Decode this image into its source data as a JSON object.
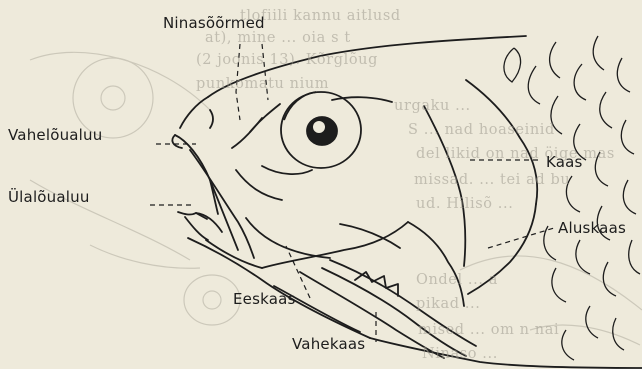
{
  "labels": {
    "ninasoormed": "Ninasõõrmed",
    "vaheloualuu": "Vahelõualuu",
    "ulaloualuu": "Ülalõualuu",
    "kaas": "Kaas",
    "aluskaas": "Aluskaas",
    "eeskaas": "Eeskaas",
    "vahekaas": "Vahekaas"
  },
  "bleed_through_text": [
    "tlofiili kannu aitlusd",
    "at), mine ... oia s t",
    "(2 joonis 13). Kõrglõug",
    "punkomatu nium",
    "urgaku ...",
    "S ... nad hoaseinid",
    "del likid on nad öige mas",
    "missad. ... tei ad bu",
    "ud. Hilisõ ...",
    "Ondel ... a",
    "pikad ...",
    "mised ... om n nai",
    "Ninaso ..."
  ],
  "colors": {
    "paper": "#eeeadb",
    "ink": "#1d1d1d",
    "bleed": "#a8a496"
  }
}
